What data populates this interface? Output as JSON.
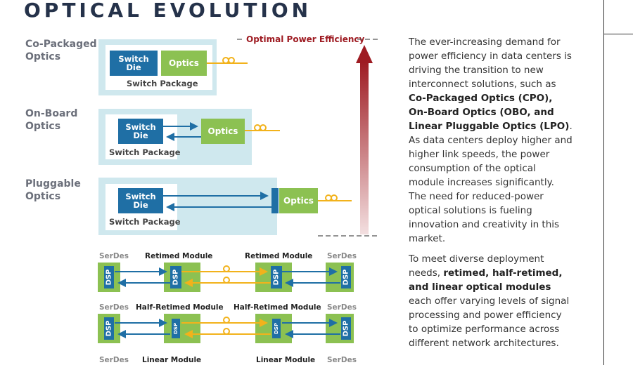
{
  "title": "OPTICAL EVOLUTION",
  "diagram": {
    "cpo_label": "Co-Packaged\nOptics",
    "obo_label": "On-Board\nOptics",
    "pluggable_label": "Pluggable\nOptics",
    "switch_die": "Switch\nDie",
    "optics": "Optics",
    "switch_package": "Switch Package",
    "efficiency_label": "Optimal Power Efficiency",
    "dsp": "DSP",
    "serdes": "SerDes",
    "retimed_module": "Retimed Module",
    "half_retimed_module": "Half-Retimed Module",
    "linear_module": "Linear Module"
  },
  "paragraph1": {
    "p1": "The ever-increasing demand for power efficiency in data centers is driving the transition to new interconnect solutions, such as ",
    "b1": "Co-Packaged Optics (CPO), On-Board Optics (OBO, and Linear Pluggable Optics (LPO)",
    "p2": ". As data centers deploy higher and higher link speeds, the power consumption of the optical module increases significantly. The need for reduced-power optical solutions is fueling innovation and creativity in this market."
  },
  "paragraph2": {
    "p1": "To meet diverse deployment needs, ",
    "b1": "retimed, half-retimed, and linear optical modules",
    "p2": " each offer varying levels of signal processing and power efficiency to optimize performance across different network architectures."
  },
  "colors": {
    "die_blue": "#1f6fa5",
    "optics_green": "#8cc152",
    "package_bg": "#cfe8ee",
    "fiber_gold": "#f2b21b",
    "arrow_red": "#9e1b22"
  }
}
